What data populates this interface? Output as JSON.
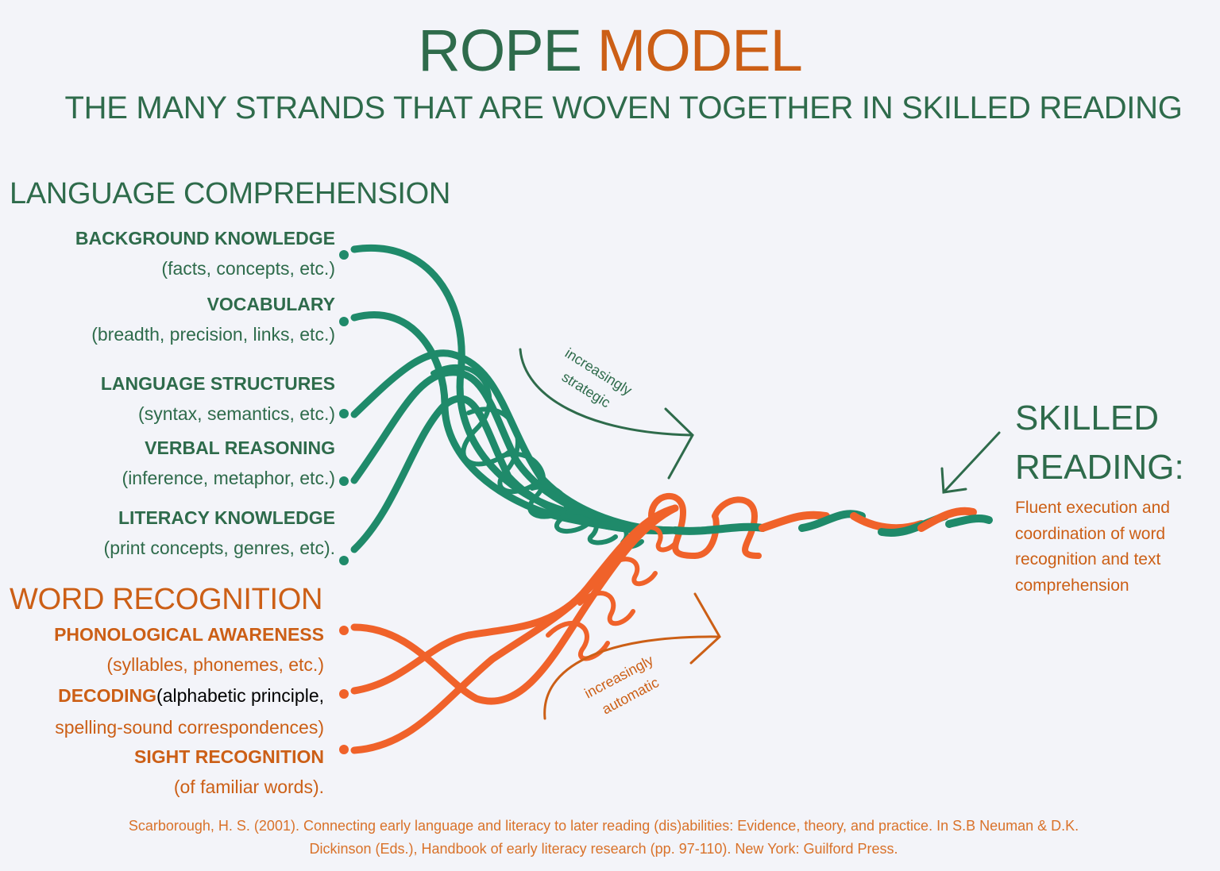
{
  "title": {
    "word1": "ROPE",
    "word2": "MODEL",
    "subtitle": "THE MANY STRANDS THAT ARE WOVEN TOGETHER IN SKILLED READING"
  },
  "colors": {
    "green": "#2e6b4b",
    "teal_strand": "#1f8a6a",
    "orange": "#cc5f16",
    "orange_strand": "#f0622a",
    "background": "#f3f4f9"
  },
  "language_comprehension": {
    "heading": "LANGUAGE COMPREHENSION",
    "strands": [
      {
        "name": "BACKGROUND KNOWLEDGE",
        "desc": "(facts, concepts, etc.)"
      },
      {
        "name": "VOCABULARY",
        "desc": "(breadth, precision, links, etc.)"
      },
      {
        "name": "LANGUAGE STRUCTURES",
        "desc": "(syntax, semantics, etc.)"
      },
      {
        "name": "VERBAL REASONING",
        "desc": "(inference, metaphor, etc.)"
      },
      {
        "name": "LITERACY KNOWLEDGE",
        "desc": "(print concepts, genres, etc)."
      }
    ]
  },
  "word_recognition": {
    "heading": "WORD RECOGNITION",
    "strands": [
      {
        "name": "PHONOLOGICAL  AWARENESS",
        "desc": "(syllables, phonemes, etc.)"
      },
      {
        "name": "DECODING",
        "desc_inline": "(alphabetic principle,",
        "desc": "spelling-sound correspondences)"
      },
      {
        "name": "SIGHT RECOGNITION",
        "desc": "(of familiar words)."
      }
    ]
  },
  "arrows": {
    "strategic_line1": "increasingly",
    "strategic_line2": "strategic",
    "automatic_line1": "increasingly",
    "automatic_line2": "automatic"
  },
  "skilled_reading": {
    "line1": "SKILLED",
    "line2": "READING:",
    "description": "Fluent execution and coordination of word recognition and text comprehension"
  },
  "citation": {
    "line1": "Scarborough, H. S. (2001). Connecting early language and literacy to later reading (dis)abilities: Evidence, theory, and practice. In S.B Neuman & D.K.",
    "line2": "Dickinson (Eds.), Handbook of early literacy research (pp. 97-110). New York: Guilford Press."
  }
}
